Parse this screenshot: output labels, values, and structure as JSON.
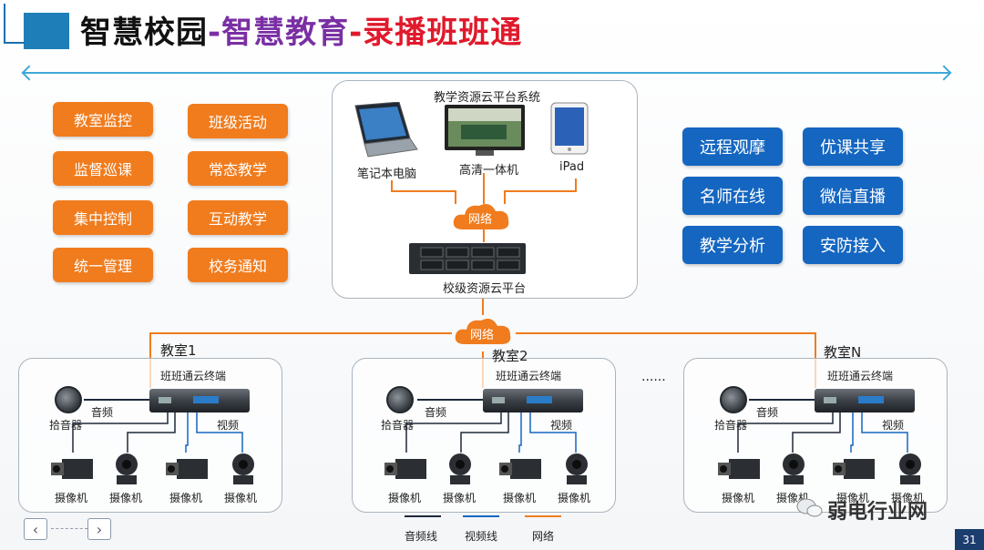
{
  "header": {
    "title_part1": "智慧校园",
    "sep1": "-",
    "title_part2": "智慧教育",
    "sep2": "-",
    "title_part3": "录播班班通"
  },
  "orange_buttons": [
    "教室监控",
    "班级活动",
    "监督巡课",
    "常态教学",
    "集中控制",
    "互动教学",
    "统一管理",
    "校务通知"
  ],
  "blue_buttons": [
    "远程观摩",
    "优课共享",
    "名师在线",
    "微信直播",
    "教学分析",
    "安防接入"
  ],
  "platform": {
    "system_title": "教学资源云平台系统",
    "laptop": "笔记本电脑",
    "display": "高清一体机",
    "ipad": "iPad",
    "network": "网络",
    "server": "校级资源云平台"
  },
  "network_main": "网络",
  "rooms": [
    {
      "title": "教室1",
      "terminal": "班班通云终端",
      "mic": "拾音器",
      "audio": "音频",
      "video": "视频",
      "cameras": [
        "摄像机",
        "摄像机",
        "摄像机",
        "摄像机"
      ]
    },
    {
      "title": "教室2",
      "terminal": "班班通云终端",
      "mic": "拾音器",
      "audio": "音频",
      "video": "视频",
      "cameras": [
        "摄像机",
        "摄像机",
        "摄像机",
        "摄像机"
      ]
    },
    {
      "title": "教室N",
      "terminal": "班班通云终端",
      "mic": "拾音器",
      "audio": "音频",
      "video": "视频",
      "cameras": [
        "摄像机",
        "摄像机",
        "摄像机",
        "摄像机"
      ]
    }
  ],
  "ellipsis": "......",
  "legend": {
    "audio": "音频线",
    "video": "视频线",
    "network": "网络"
  },
  "colors": {
    "audio": "#1e2a3a",
    "video": "#1466c0",
    "network": "#f07c1e",
    "orange": "#f07c1e",
    "blue": "#1466c0"
  },
  "watermark": "弱电行业网",
  "page_number": "31",
  "nav": {
    "prev": "‹",
    "next": "›"
  }
}
